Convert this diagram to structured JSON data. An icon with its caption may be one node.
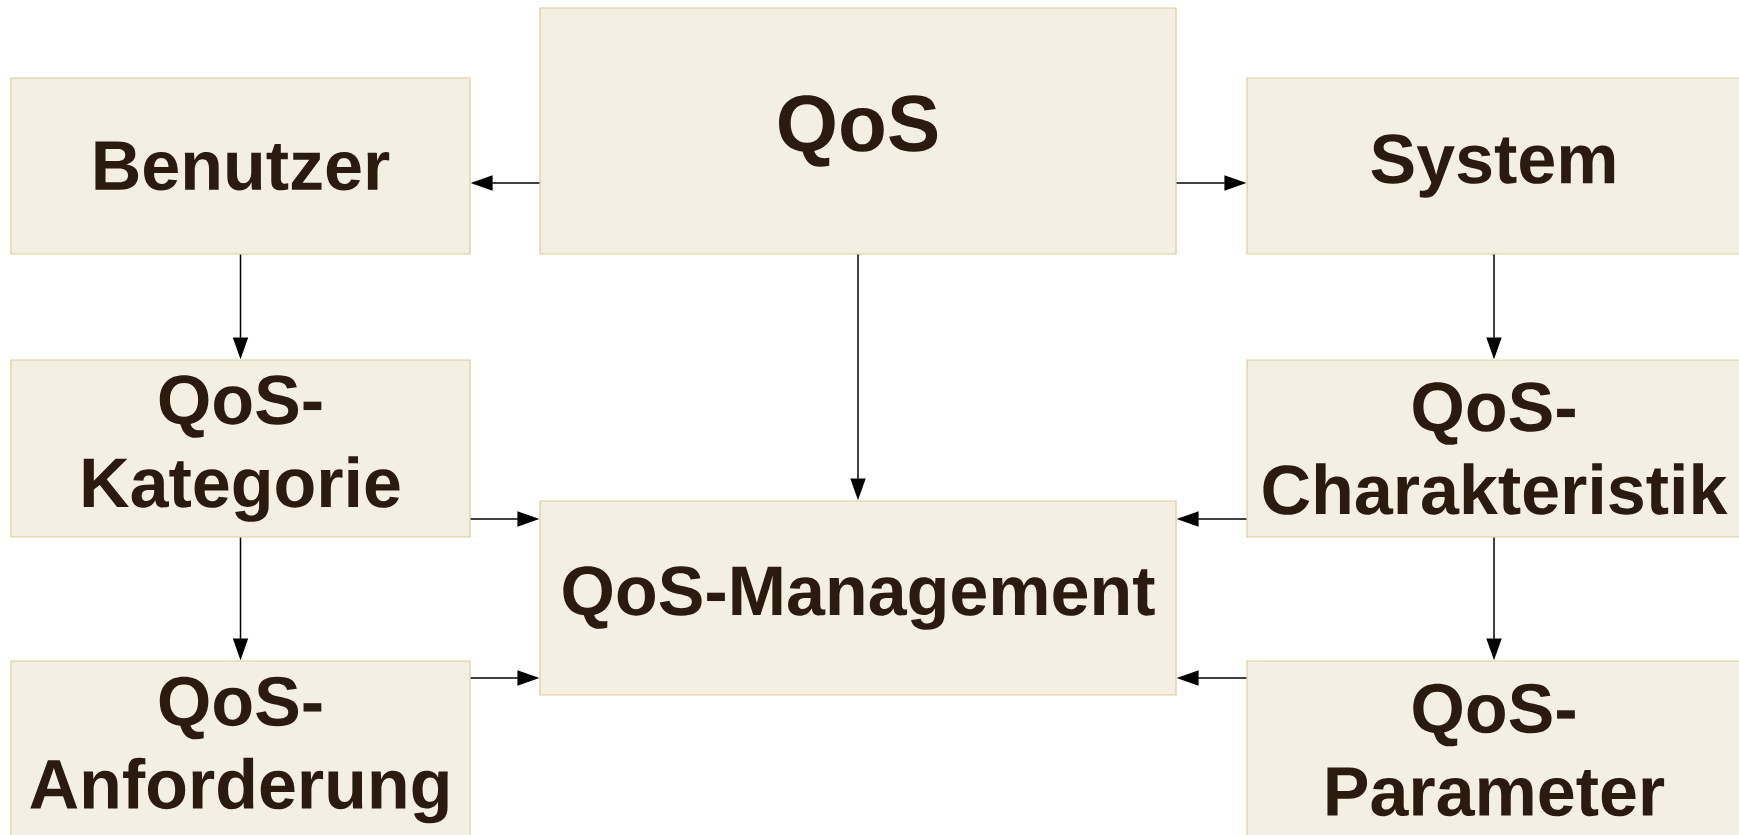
{
  "diagram": {
    "nodes": [
      {
        "text": [
          "QoS"
        ]
      },
      {
        "text": [
          "Benutzer"
        ]
      },
      {
        "text": [
          "System"
        ]
      },
      {
        "text": [
          "QoS-Kategorie"
        ]
      },
      {
        "text": [
          "QoS-Charakteristik"
        ]
      },
      {
        "text": [
          "QoS-Management"
        ]
      },
      {
        "text": [
          "QoS-Anforderung"
        ]
      },
      {
        "text": [
          "QoS-Parameter"
        ]
      }
    ],
    "edges": [
      {
        "from": 0,
        "to": 1,
        "arrow": "to"
      },
      {
        "from": 0,
        "to": 2,
        "arrow": "to"
      },
      {
        "from": 0,
        "to": 5,
        "arrow": "to"
      },
      {
        "from": 1,
        "to": 3,
        "arrow": "to"
      },
      {
        "from": 3,
        "to": 6,
        "arrow": "to"
      },
      {
        "from": 2,
        "to": 4,
        "arrow": "to"
      },
      {
        "from": 4,
        "to": 7,
        "arrow": "to"
      },
      {
        "from": 3,
        "to": 5,
        "arrow": "to"
      },
      {
        "from": 6,
        "to": 5,
        "arrow": "to"
      },
      {
        "from": 4,
        "to": 5,
        "arrow": "to"
      },
      {
        "from": 7,
        "to": 5,
        "arrow": "to"
      }
    ]
  }
}
